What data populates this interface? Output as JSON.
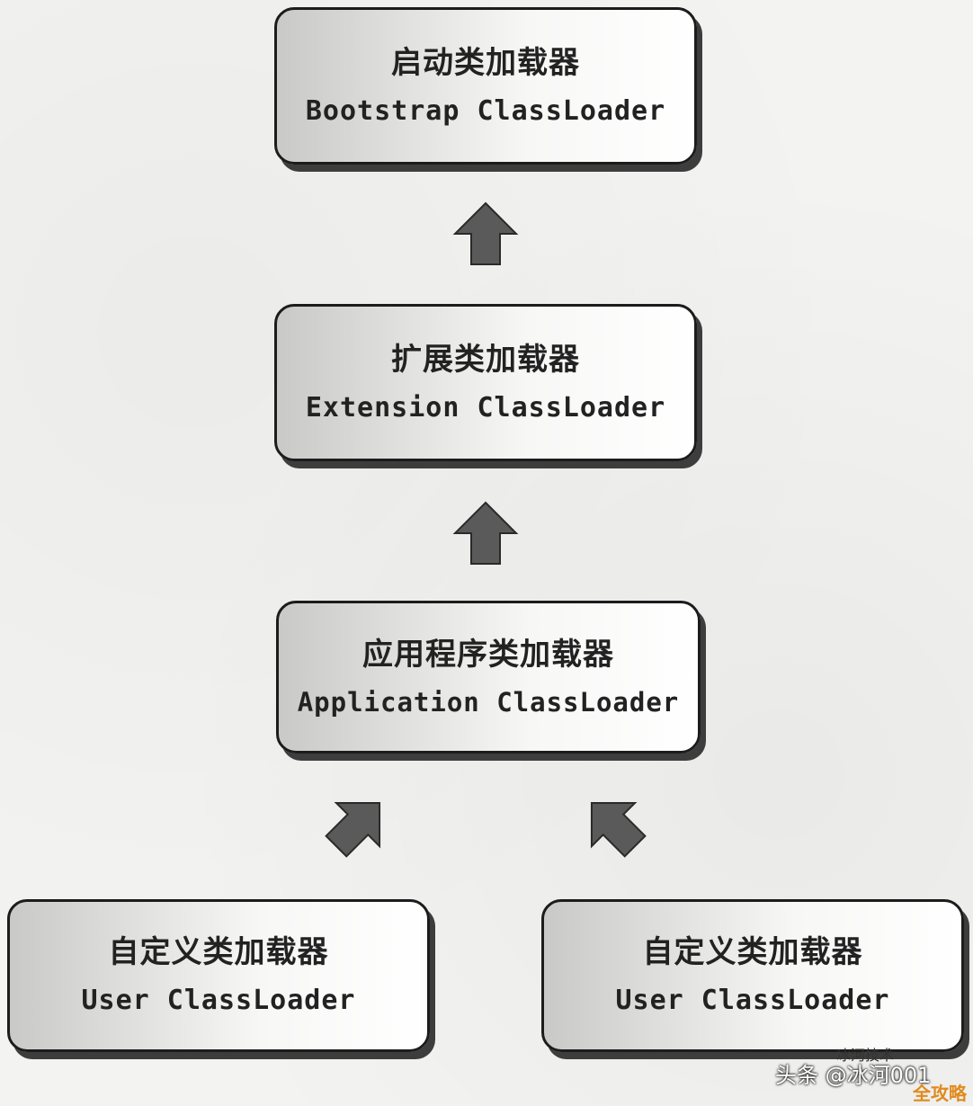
{
  "diagram": {
    "nodes": {
      "bootstrap": {
        "cn": "启动类加载器",
        "en": "Bootstrap ClassLoader"
      },
      "extension": {
        "cn": "扩展类加载器",
        "en": "Extension ClassLoader"
      },
      "application": {
        "cn": "应用程序类加载器",
        "en": "Application ClassLoader"
      },
      "user_1": {
        "cn": "自定义类加载器",
        "en": "User ClassLoader"
      },
      "user_2": {
        "cn": "自定义类加载器",
        "en": "User ClassLoader"
      }
    },
    "edges": [
      {
        "from": "extension",
        "to": "bootstrap"
      },
      {
        "from": "application",
        "to": "extension"
      },
      {
        "from": "user_1",
        "to": "application"
      },
      {
        "from": "user_2",
        "to": "application"
      }
    ],
    "colors": {
      "border": "#1c1c1c",
      "shadow": "#3d3d3d",
      "arrow": "#5a5a5a"
    }
  },
  "watermark": {
    "text": "头条 @冰河001",
    "overlay_text": "冰河技术",
    "corner_badge": "全攻略"
  }
}
